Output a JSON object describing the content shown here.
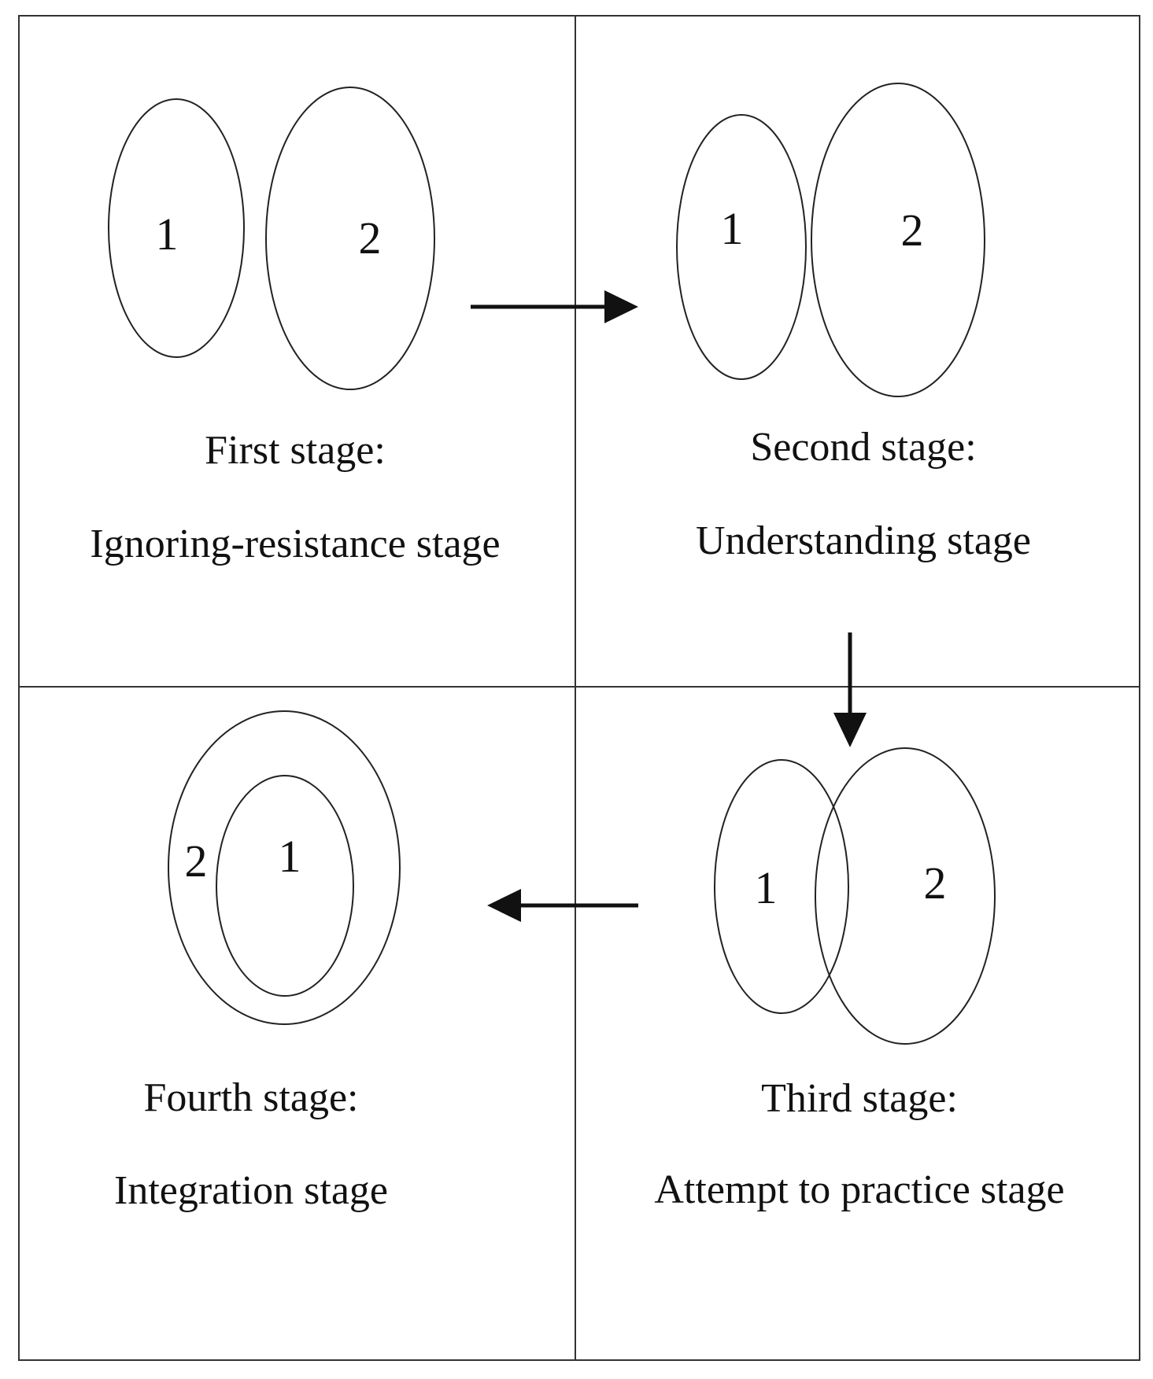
{
  "stages": [
    {
      "title": "First stage:",
      "name": "Ignoring-resistance stage",
      "labels": [
        "1",
        "2"
      ]
    },
    {
      "title": "Second stage:",
      "name": "Understanding stage",
      "labels": [
        "1",
        "2"
      ]
    },
    {
      "title": "Third stage:",
      "name": "Attempt to practice stage",
      "labels": [
        "1",
        "2"
      ]
    },
    {
      "title": "Fourth stage:",
      "name": "Integration stage",
      "labels": [
        "2",
        "1"
      ]
    }
  ]
}
